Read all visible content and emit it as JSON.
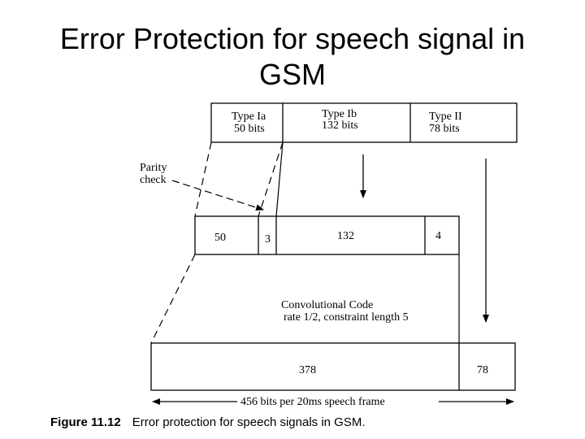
{
  "title": {
    "line1": "Error Protection for speech signal in",
    "line2": "GSM"
  },
  "input_frame": {
    "type_ia": {
      "name": "Type Ia",
      "bits": "50 bits"
    },
    "type_ib": {
      "name": "Type Ib",
      "bits": "132 bits"
    },
    "type_ii": {
      "name": "Type II",
      "bits": "78 bits"
    }
  },
  "parity": {
    "line1": "Parity",
    "line2": "check"
  },
  "middle_frame": {
    "seg1": "50",
    "seg2": "3",
    "seg3": "132",
    "seg4": "4"
  },
  "conv_code": {
    "line1": "Convolutional Code",
    "line2": "rate 1/2, constraint length 5"
  },
  "output_frame": {
    "seg1": "378",
    "seg2": "78"
  },
  "frame_length_label": "456 bits per 20ms speech frame",
  "caption": {
    "figure": "Figure 11.12",
    "text": "Error protection for speech signals in GSM."
  }
}
